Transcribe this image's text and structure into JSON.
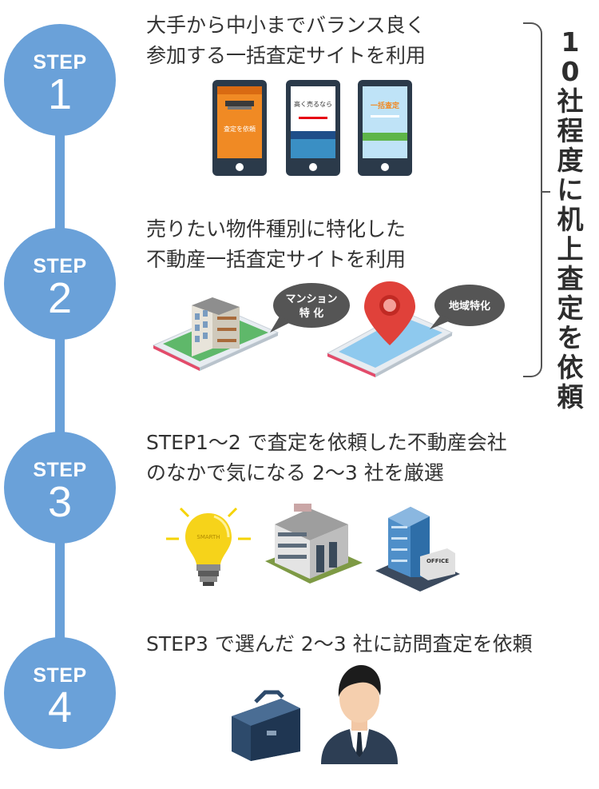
{
  "steps": [
    {
      "label": "STEP",
      "number": "1",
      "line1": "大手から中小までバランス良く",
      "line2": "参加する一括査定サイトを利用"
    },
    {
      "label": "STEP",
      "number": "2",
      "line1": "売りたい物件種別に特化した",
      "line2": "不動産一括査定サイトを利用"
    },
    {
      "label": "STEP",
      "number": "3",
      "line1": "STEP1～2 で査定を依頼した不動産会社",
      "line2": "のなかで気になる 2～3 社を厳選"
    },
    {
      "label": "STEP",
      "number": "4",
      "line1": "STEP3 で選んだ 2～3 社に訪問査定を依頼"
    }
  ],
  "side_note": "10社程度に机上査定を依頼",
  "phones": [
    "査定を依頼",
    "高く売るなら",
    "一括査定"
  ],
  "bubbles": {
    "mansion_line1": "マンション",
    "mansion_line2": "特 化",
    "area": "地域特化"
  },
  "building_signs": {
    "bulb": "SMARTH",
    "office": "OFFICE"
  },
  "colors": {
    "accent": "#6aa1d9",
    "orange": "#f08a24",
    "navy": "#2d4a6b"
  }
}
